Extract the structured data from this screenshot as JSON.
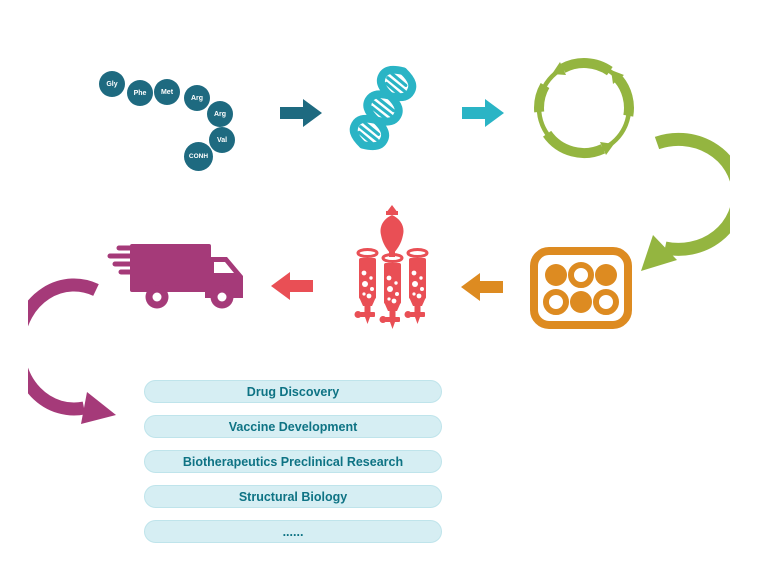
{
  "workflow": {
    "peptide": {
      "residues": [
        "Gly",
        "Phe",
        "Met",
        "Arg",
        "Arg",
        "Val",
        "CONH"
      ]
    },
    "icons": [
      "peptide-chain-icon",
      "dna-icon",
      "plasmid-icon",
      "well-plate-icon",
      "chromatography-columns-icon",
      "delivery-truck-icon"
    ],
    "arrows": [
      "arrow-right-dark-teal",
      "arrow-right-cyan",
      "curved-arrow-green",
      "arrow-left-orange",
      "arrow-left-red",
      "curved-arrow-magenta"
    ]
  },
  "applications": {
    "items": [
      "Drug Discovery",
      "Vaccine Development",
      "Biotherapeutics Preclinical Research",
      "Structural Biology",
      "......"
    ]
  },
  "colors": {
    "dark_teal": "#1e6a80",
    "cyan": "#2ab4c5",
    "green": "#94b540",
    "orange": "#dd8b21",
    "red": "#e94f55",
    "magenta": "#a53a79",
    "pill_bg": "#d6eef3",
    "pill_border": "#bfe4eb",
    "pill_text": "#0e7384"
  }
}
